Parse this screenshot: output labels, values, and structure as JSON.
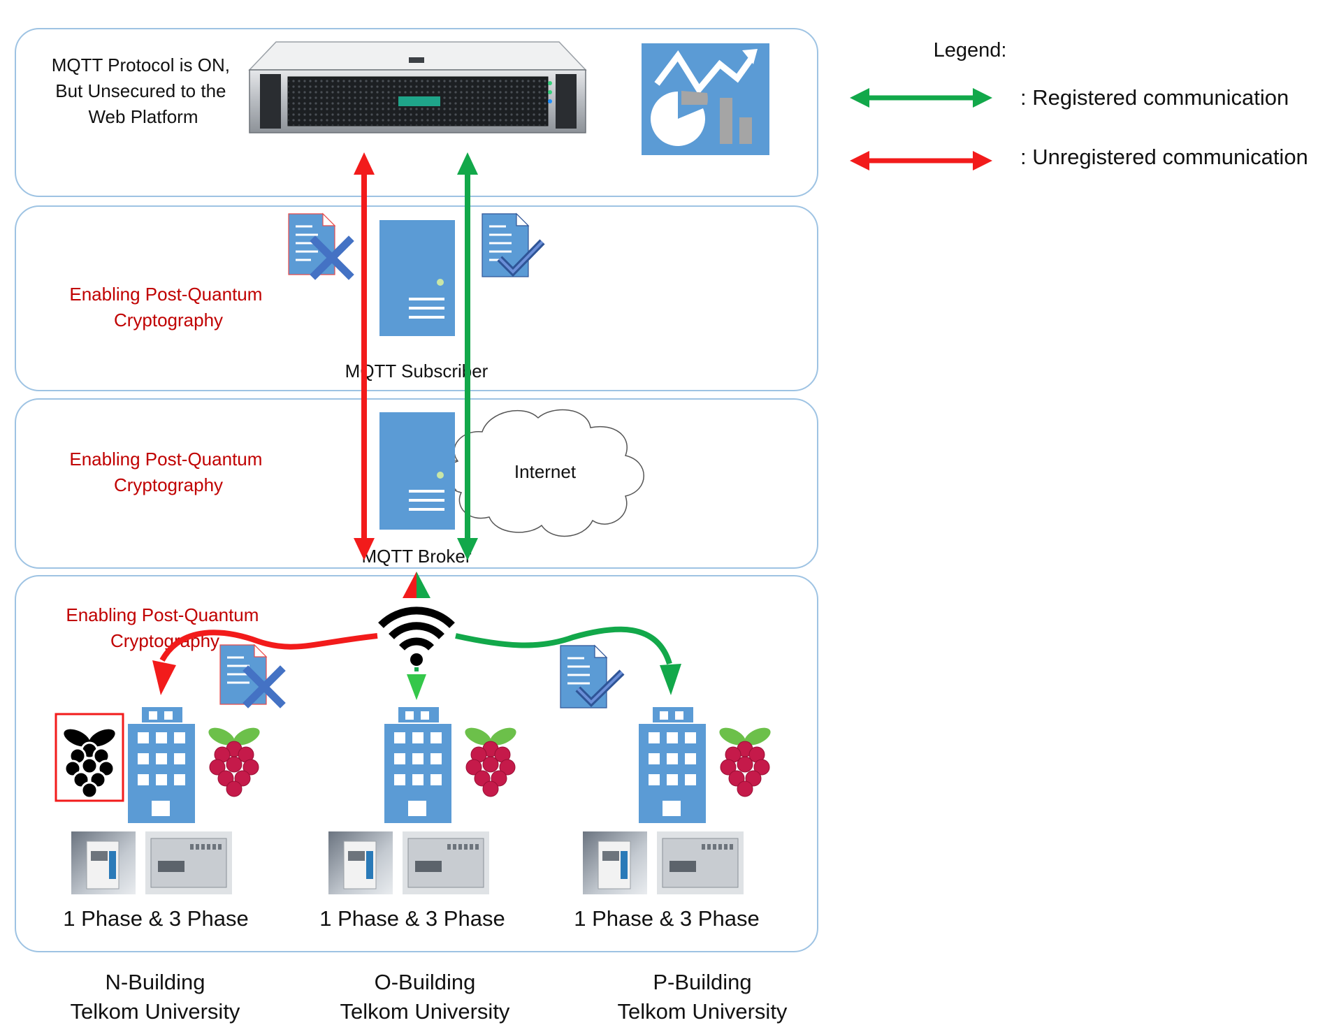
{
  "colors": {
    "registered": "#12a84a",
    "unregistered": "#f21b1b",
    "panel_border": "#9ec3e3",
    "icon_blue": "#5b9bd5",
    "pqc_text": "#c00000",
    "raspberry_red": "#c51a4a",
    "raspberry_leaf": "#6cc04a",
    "check_blue": "#2f5597",
    "cross_blue": "#4472c4"
  },
  "platform": {
    "status_lines": [
      "MQTT Protocol is ON,",
      "But Unsecured to the",
      "Web Platform"
    ],
    "server_icon": "rack-server-icon",
    "dashboard_icon": "analytics-dashboard-icon"
  },
  "subscriber_layer": {
    "pqc_lines": [
      "Enabling Post-Quantum",
      "Cryptography"
    ],
    "label": "MQTT Subscriber",
    "icons": [
      "document-cross-icon",
      "tower-server-icon",
      "document-check-icon"
    ]
  },
  "broker_layer": {
    "pqc_lines": [
      "Enabling Post-Quantum",
      "Cryptography"
    ],
    "label": "MQTT Broker",
    "internet_label": "Internet",
    "icons": [
      "tower-server-icon",
      "cloud-icon"
    ]
  },
  "field_layer": {
    "pqc_lines": [
      "Enabling Post-Quantum",
      "Cryptography"
    ],
    "wifi_icon": "wifi-icon",
    "buildings": [
      {
        "id": "n",
        "meter_label": "1 Phase & 3 Phase",
        "name": "N-Building",
        "org": "Telkom University",
        "status": "unregistered"
      },
      {
        "id": "o",
        "meter_label": "1 Phase & 3 Phase",
        "name": "O-Building",
        "org": "Telkom University",
        "status": "registered"
      },
      {
        "id": "p",
        "meter_label": "1 Phase & 3 Phase",
        "name": "P-Building",
        "org": "Telkom University",
        "status": "registered"
      }
    ]
  },
  "legend": {
    "title": "Legend:",
    "items": [
      {
        "label": ": Registered communication",
        "color": "#12a84a"
      },
      {
        "label": ": Unregistered communication",
        "color": "#f21b1b"
      }
    ]
  }
}
